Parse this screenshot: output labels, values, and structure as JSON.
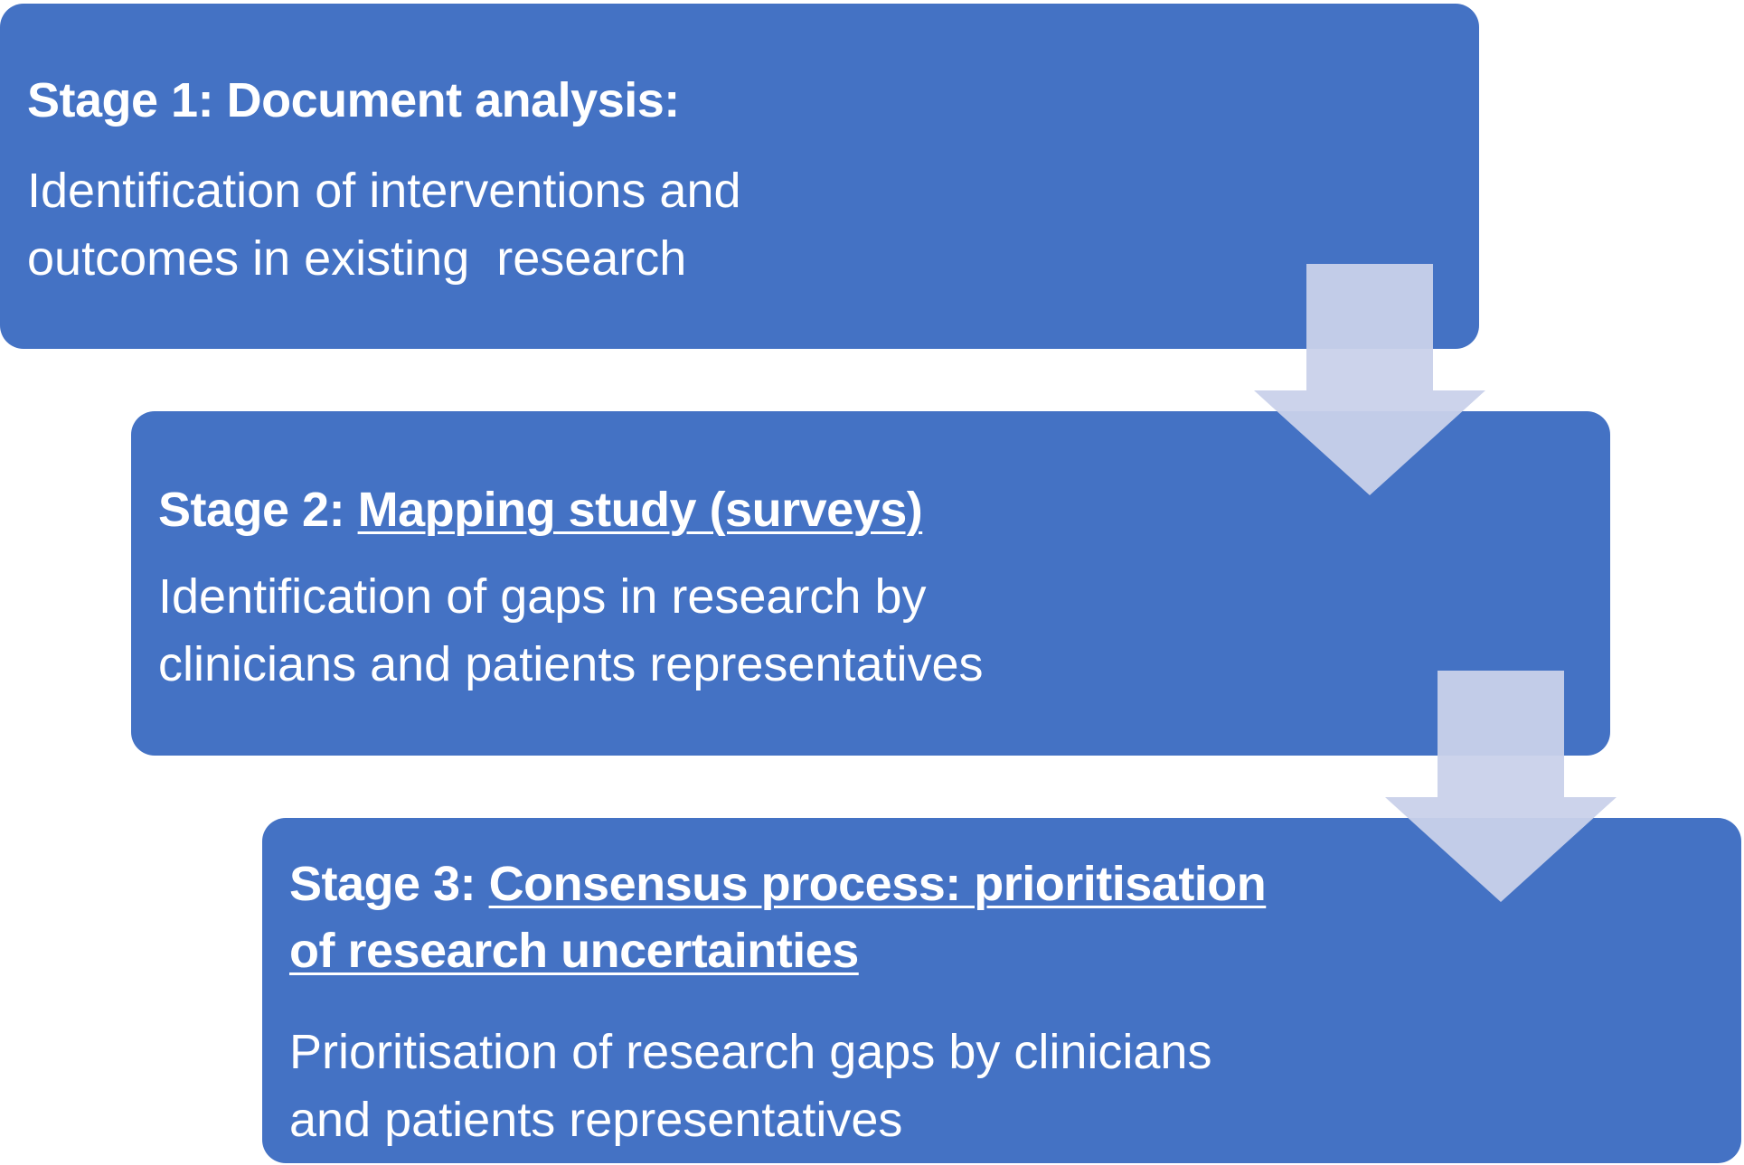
{
  "stages": [
    {
      "label": "Stage 1:",
      "title": "Document analysis:",
      "title_underlined": false,
      "description_lines": [
        "Identification of interventions and",
        "outcomes in existing  research"
      ]
    },
    {
      "label": "Stage 2:",
      "title": "Mapping study (surveys)",
      "title_underlined": true,
      "description_lines": [
        "Identification of gaps in research by",
        "clinicians and patients representatives"
      ]
    },
    {
      "label": "Stage 3:",
      "title_lines": [
        "Consensus process: prioritisation",
        "of research uncertainties"
      ],
      "title_underlined": true,
      "description_lines": [
        "Prioritisation of research gaps by clinicians",
        "and patients representatives"
      ]
    }
  ],
  "colors": {
    "box_fill": "#4472c4",
    "arrow_fill": "#c9d1ea",
    "text": "#ffffff",
    "background": "#ffffff"
  }
}
